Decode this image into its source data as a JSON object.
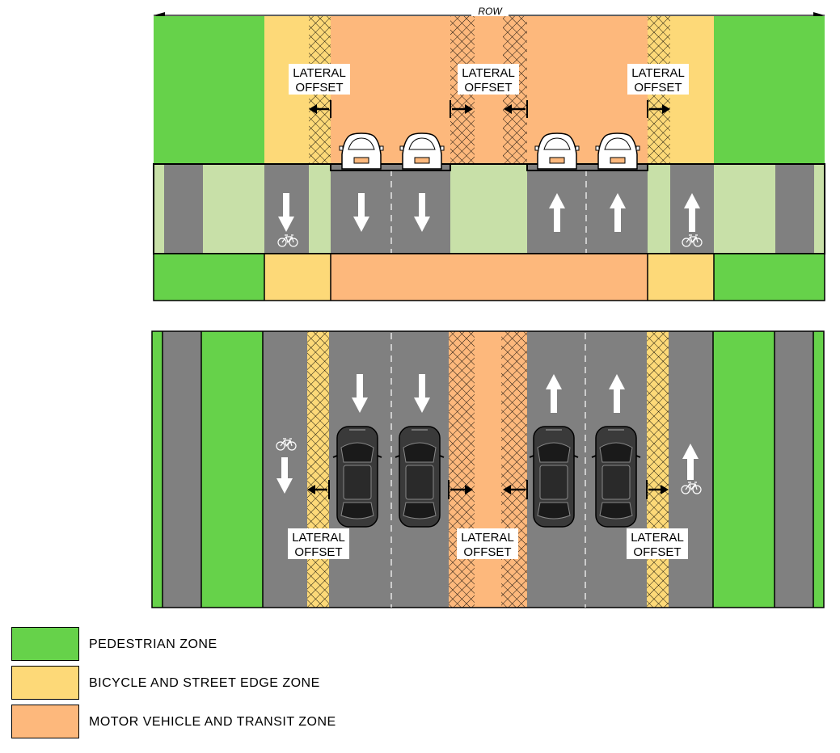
{
  "row_label": "ROW",
  "offset_line1": "LATERAL",
  "offset_line2": "OFFSET",
  "colors": {
    "pedestrian": "#66d24a",
    "bicycle_edge": "#fdd978",
    "motor_vehicle": "#fdb87c",
    "roadway": "#808080",
    "planting": "#c8e0a8",
    "hatch": "#000000"
  },
  "legend": [
    {
      "label": "PEDESTRIAN ZONE",
      "color": "#66d24a"
    },
    {
      "label": "BICYCLE AND STREET EDGE ZONE",
      "color": "#fdd978"
    },
    {
      "label": "MOTOR VEHICLE AND TRANSIT ZONE",
      "color": "#fdb87c"
    }
  ],
  "icons": {
    "vehicle": "car-icon",
    "bicycle": "bicycle-icon",
    "direction": "arrow-icon"
  }
}
